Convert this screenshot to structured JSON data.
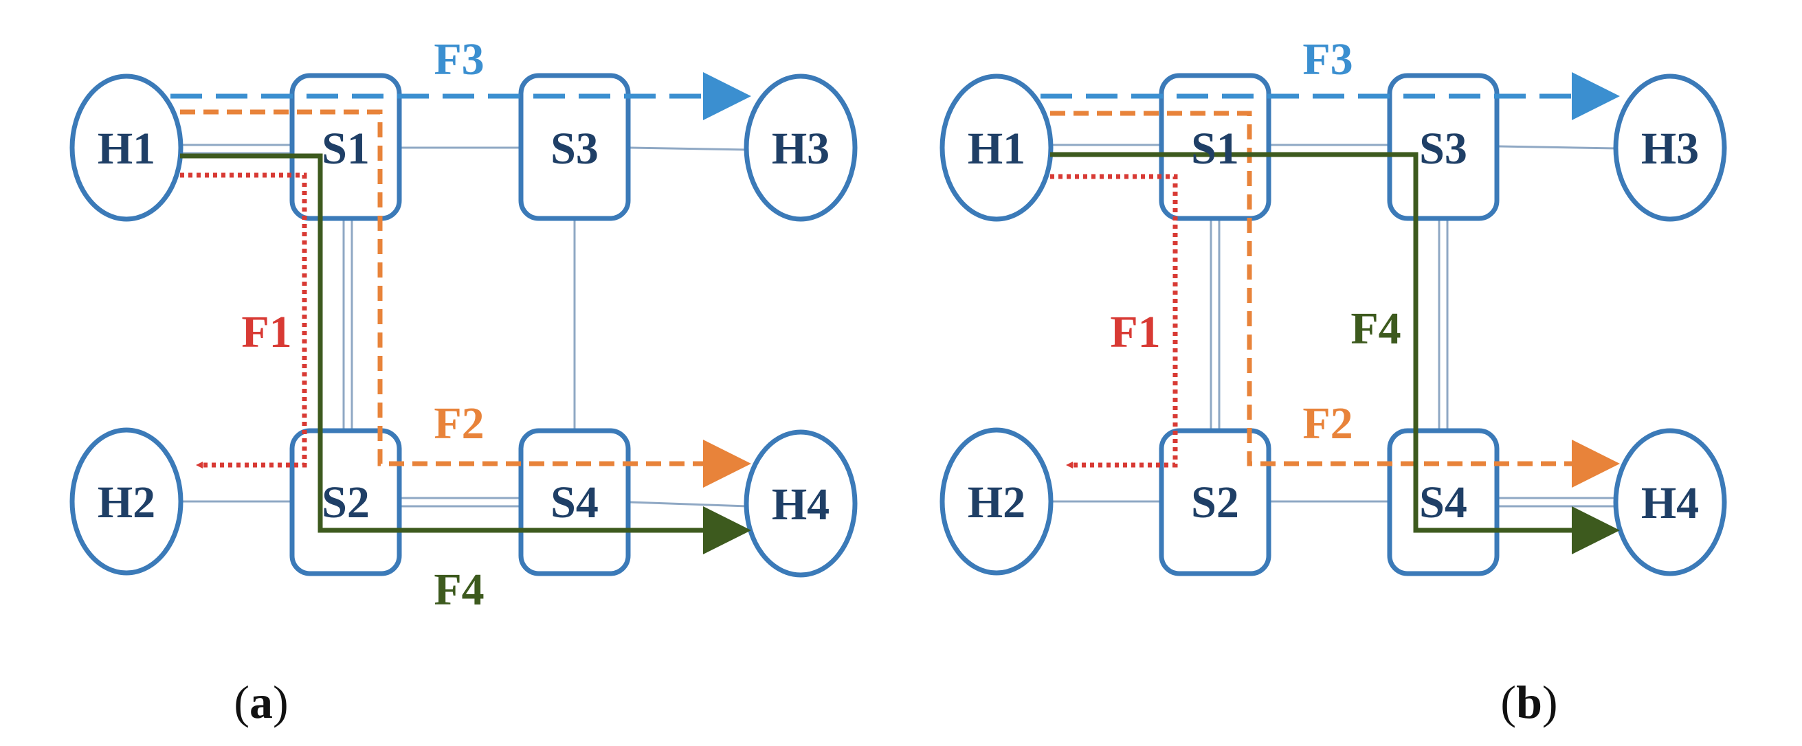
{
  "colors": {
    "node_stroke": "#3b7ab8",
    "node_text": "#1f3f66",
    "link": "#8fa8c4",
    "F1": "#d83a34",
    "F2": "#e8833a",
    "F3": "#3b8fd0",
    "F4": "#3d5a1e"
  },
  "panels": [
    {
      "id": "a",
      "caption": "a",
      "nodes": {
        "H1": "H1",
        "H2": "H2",
        "H3": "H3",
        "H4": "H4",
        "S1": "S1",
        "S2": "S2",
        "S3": "S3",
        "S4": "S4"
      },
      "flows": {
        "F1": "F1",
        "F2": "F2",
        "F3": "F3",
        "F4": "F4"
      }
    },
    {
      "id": "b",
      "caption": "b",
      "nodes": {
        "H1": "H1",
        "H2": "H2",
        "H3": "H3",
        "H4": "H4",
        "S1": "S1",
        "S2": "S2",
        "S3": "S3",
        "S4": "S4"
      },
      "flows": {
        "F1": "F1",
        "F2": "F2",
        "F3": "F3",
        "F4": "F4"
      }
    }
  ],
  "icons": {
    "host": "ellipse-host-icon",
    "switch": "rounded-rect-switch-icon",
    "arrow": "arrowhead-icon"
  }
}
